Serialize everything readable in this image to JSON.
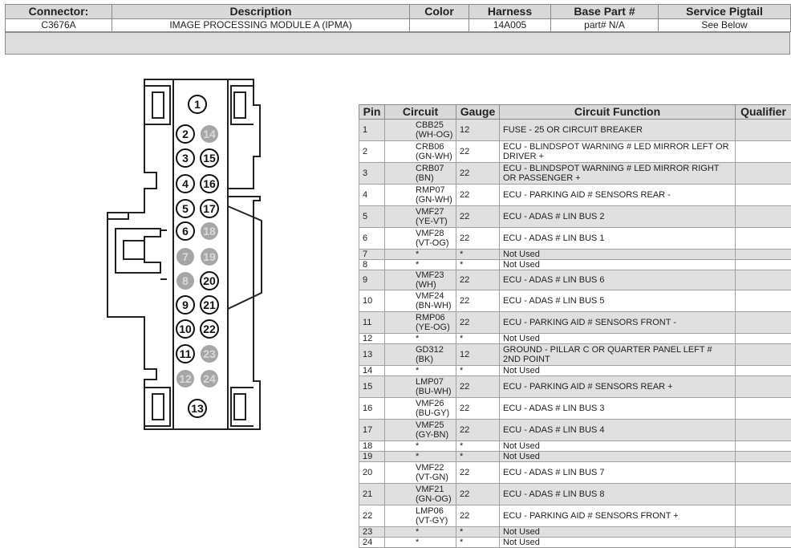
{
  "connector_header": {
    "columns": [
      "Connector:",
      "Description",
      "Color",
      "Harness",
      "Base Part #",
      "Service Pigtail"
    ],
    "values": [
      "C3676A",
      "IMAGE PROCESSING MODULE A (IPMA)",
      "",
      "14A005",
      "part# N/A",
      "See Below"
    ]
  },
  "diagram": {
    "pins": [
      {
        "num": "1",
        "used": true
      },
      {
        "num": "2",
        "used": true
      },
      {
        "num": "3",
        "used": true
      },
      {
        "num": "4",
        "used": true
      },
      {
        "num": "5",
        "used": true
      },
      {
        "num": "6",
        "used": true
      },
      {
        "num": "7",
        "used": false
      },
      {
        "num": "8",
        "used": false
      },
      {
        "num": "9",
        "used": true
      },
      {
        "num": "10",
        "used": true
      },
      {
        "num": "11",
        "used": true
      },
      {
        "num": "12",
        "used": false
      },
      {
        "num": "13",
        "used": true
      },
      {
        "num": "14",
        "used": false
      },
      {
        "num": "15",
        "used": true
      },
      {
        "num": "16",
        "used": true
      },
      {
        "num": "17",
        "used": true
      },
      {
        "num": "18",
        "used": false
      },
      {
        "num": "19",
        "used": false
      },
      {
        "num": "20",
        "used": true
      },
      {
        "num": "21",
        "used": true
      },
      {
        "num": "22",
        "used": true
      },
      {
        "num": "23",
        "used": false
      },
      {
        "num": "24",
        "used": false
      }
    ]
  },
  "pin_table": {
    "columns": [
      "Pin",
      "Circuit",
      "Gauge",
      "Circuit Function",
      "Qualifier"
    ],
    "rows": [
      {
        "pin": "1",
        "circuit": "CBB25 (WH-OG)",
        "gauge": "12",
        "function": "FUSE - 25 OR CIRCUIT BREAKER",
        "qualifier": ""
      },
      {
        "pin": "2",
        "circuit": "CRB06 (GN-WH)",
        "gauge": "22",
        "function": "ECU - BLINDSPOT WARNING # LED MIRROR LEFT OR DRIVER +",
        "qualifier": ""
      },
      {
        "pin": "3",
        "circuit": "CRB07 (BN)",
        "gauge": "22",
        "function": "ECU - BLINDSPOT WARNING # LED MIRROR RIGHT OR PASSENGER +",
        "qualifier": ""
      },
      {
        "pin": "4",
        "circuit": "RMP07 (GN-WH)",
        "gauge": "22",
        "function": "ECU - PARKING AID # SENSORS REAR -",
        "qualifier": ""
      },
      {
        "pin": "5",
        "circuit": "VMF27 (YE-VT)",
        "gauge": "22",
        "function": "ECU - ADAS # LIN BUS 2",
        "qualifier": ""
      },
      {
        "pin": "6",
        "circuit": "VMF28 (VT-OG)",
        "gauge": "22",
        "function": "ECU - ADAS # LIN BUS 1",
        "qualifier": ""
      },
      {
        "pin": "7",
        "circuit": "*",
        "gauge": "*",
        "function": "Not Used",
        "qualifier": ""
      },
      {
        "pin": "8",
        "circuit": "*",
        "gauge": "*",
        "function": "Not Used",
        "qualifier": ""
      },
      {
        "pin": "9",
        "circuit": "VMF23 (WH)",
        "gauge": "22",
        "function": "ECU - ADAS # LIN BUS 6",
        "qualifier": ""
      },
      {
        "pin": "10",
        "circuit": "VMF24 (BN-WH)",
        "gauge": "22",
        "function": "ECU - ADAS # LIN BUS 5",
        "qualifier": ""
      },
      {
        "pin": "11",
        "circuit": "RMP06 (YE-OG)",
        "gauge": "22",
        "function": "ECU - PARKING AID # SENSORS FRONT -",
        "qualifier": ""
      },
      {
        "pin": "12",
        "circuit": "*",
        "gauge": "*",
        "function": "Not Used",
        "qualifier": ""
      },
      {
        "pin": "13",
        "circuit": "GD312 (BK)",
        "gauge": "12",
        "function": "GROUND - PILLAR C OR QUARTER PANEL LEFT # 2ND POINT",
        "qualifier": ""
      },
      {
        "pin": "14",
        "circuit": "*",
        "gauge": "*",
        "function": "Not Used",
        "qualifier": ""
      },
      {
        "pin": "15",
        "circuit": "LMP07 (BU-WH)",
        "gauge": "22",
        "function": "ECU - PARKING AID # SENSORS REAR +",
        "qualifier": ""
      },
      {
        "pin": "16",
        "circuit": "VMF26 (BU-GY)",
        "gauge": "22",
        "function": "ECU - ADAS # LIN BUS 3",
        "qualifier": ""
      },
      {
        "pin": "17",
        "circuit": "VMF25 (GY-BN)",
        "gauge": "22",
        "function": "ECU - ADAS # LIN BUS 4",
        "qualifier": ""
      },
      {
        "pin": "18",
        "circuit": "*",
        "gauge": "*",
        "function": "Not Used",
        "qualifier": ""
      },
      {
        "pin": "19",
        "circuit": "*",
        "gauge": "*",
        "function": "Not Used",
        "qualifier": ""
      },
      {
        "pin": "20",
        "circuit": "VMF22 (VT-GN)",
        "gauge": "22",
        "function": "ECU - ADAS # LIN BUS 7",
        "qualifier": ""
      },
      {
        "pin": "21",
        "circuit": "VMF21 (GN-OG)",
        "gauge": "22",
        "function": "ECU - ADAS # LIN BUS 8",
        "qualifier": ""
      },
      {
        "pin": "22",
        "circuit": "LMP06 (VT-GY)",
        "gauge": "22",
        "function": "ECU - PARKING AID # SENSORS FRONT +",
        "qualifier": ""
      },
      {
        "pin": "23",
        "circuit": "*",
        "gauge": "*",
        "function": "Not Used",
        "qualifier": ""
      },
      {
        "pin": "24",
        "circuit": "*",
        "gauge": "*",
        "function": "Not Used",
        "qualifier": ""
      }
    ]
  },
  "colors": {
    "header_bg": "#d9d9d9",
    "row_alt_bg": "#e0e0e0",
    "unused_pin_fill": "#a6a6a6"
  }
}
